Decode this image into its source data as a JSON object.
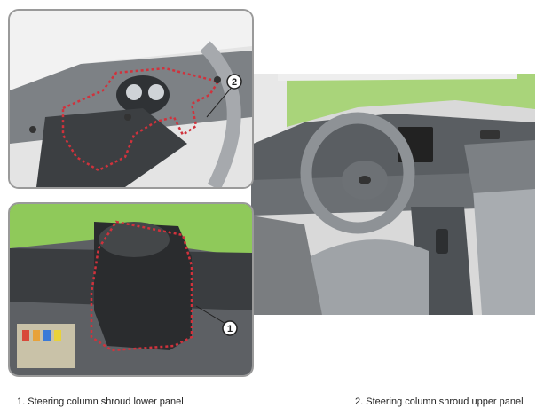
{
  "callouts": {
    "lower_number": "1",
    "upper_number": "2"
  },
  "captions": {
    "item1": "1. Steering column shroud lower panel",
    "item2": "2. Steering column shroud upper panel"
  },
  "colors": {
    "highlight_outline": "#d0323c",
    "frame_border": "#9a9a9a",
    "window_green": "#7fbf4a"
  }
}
